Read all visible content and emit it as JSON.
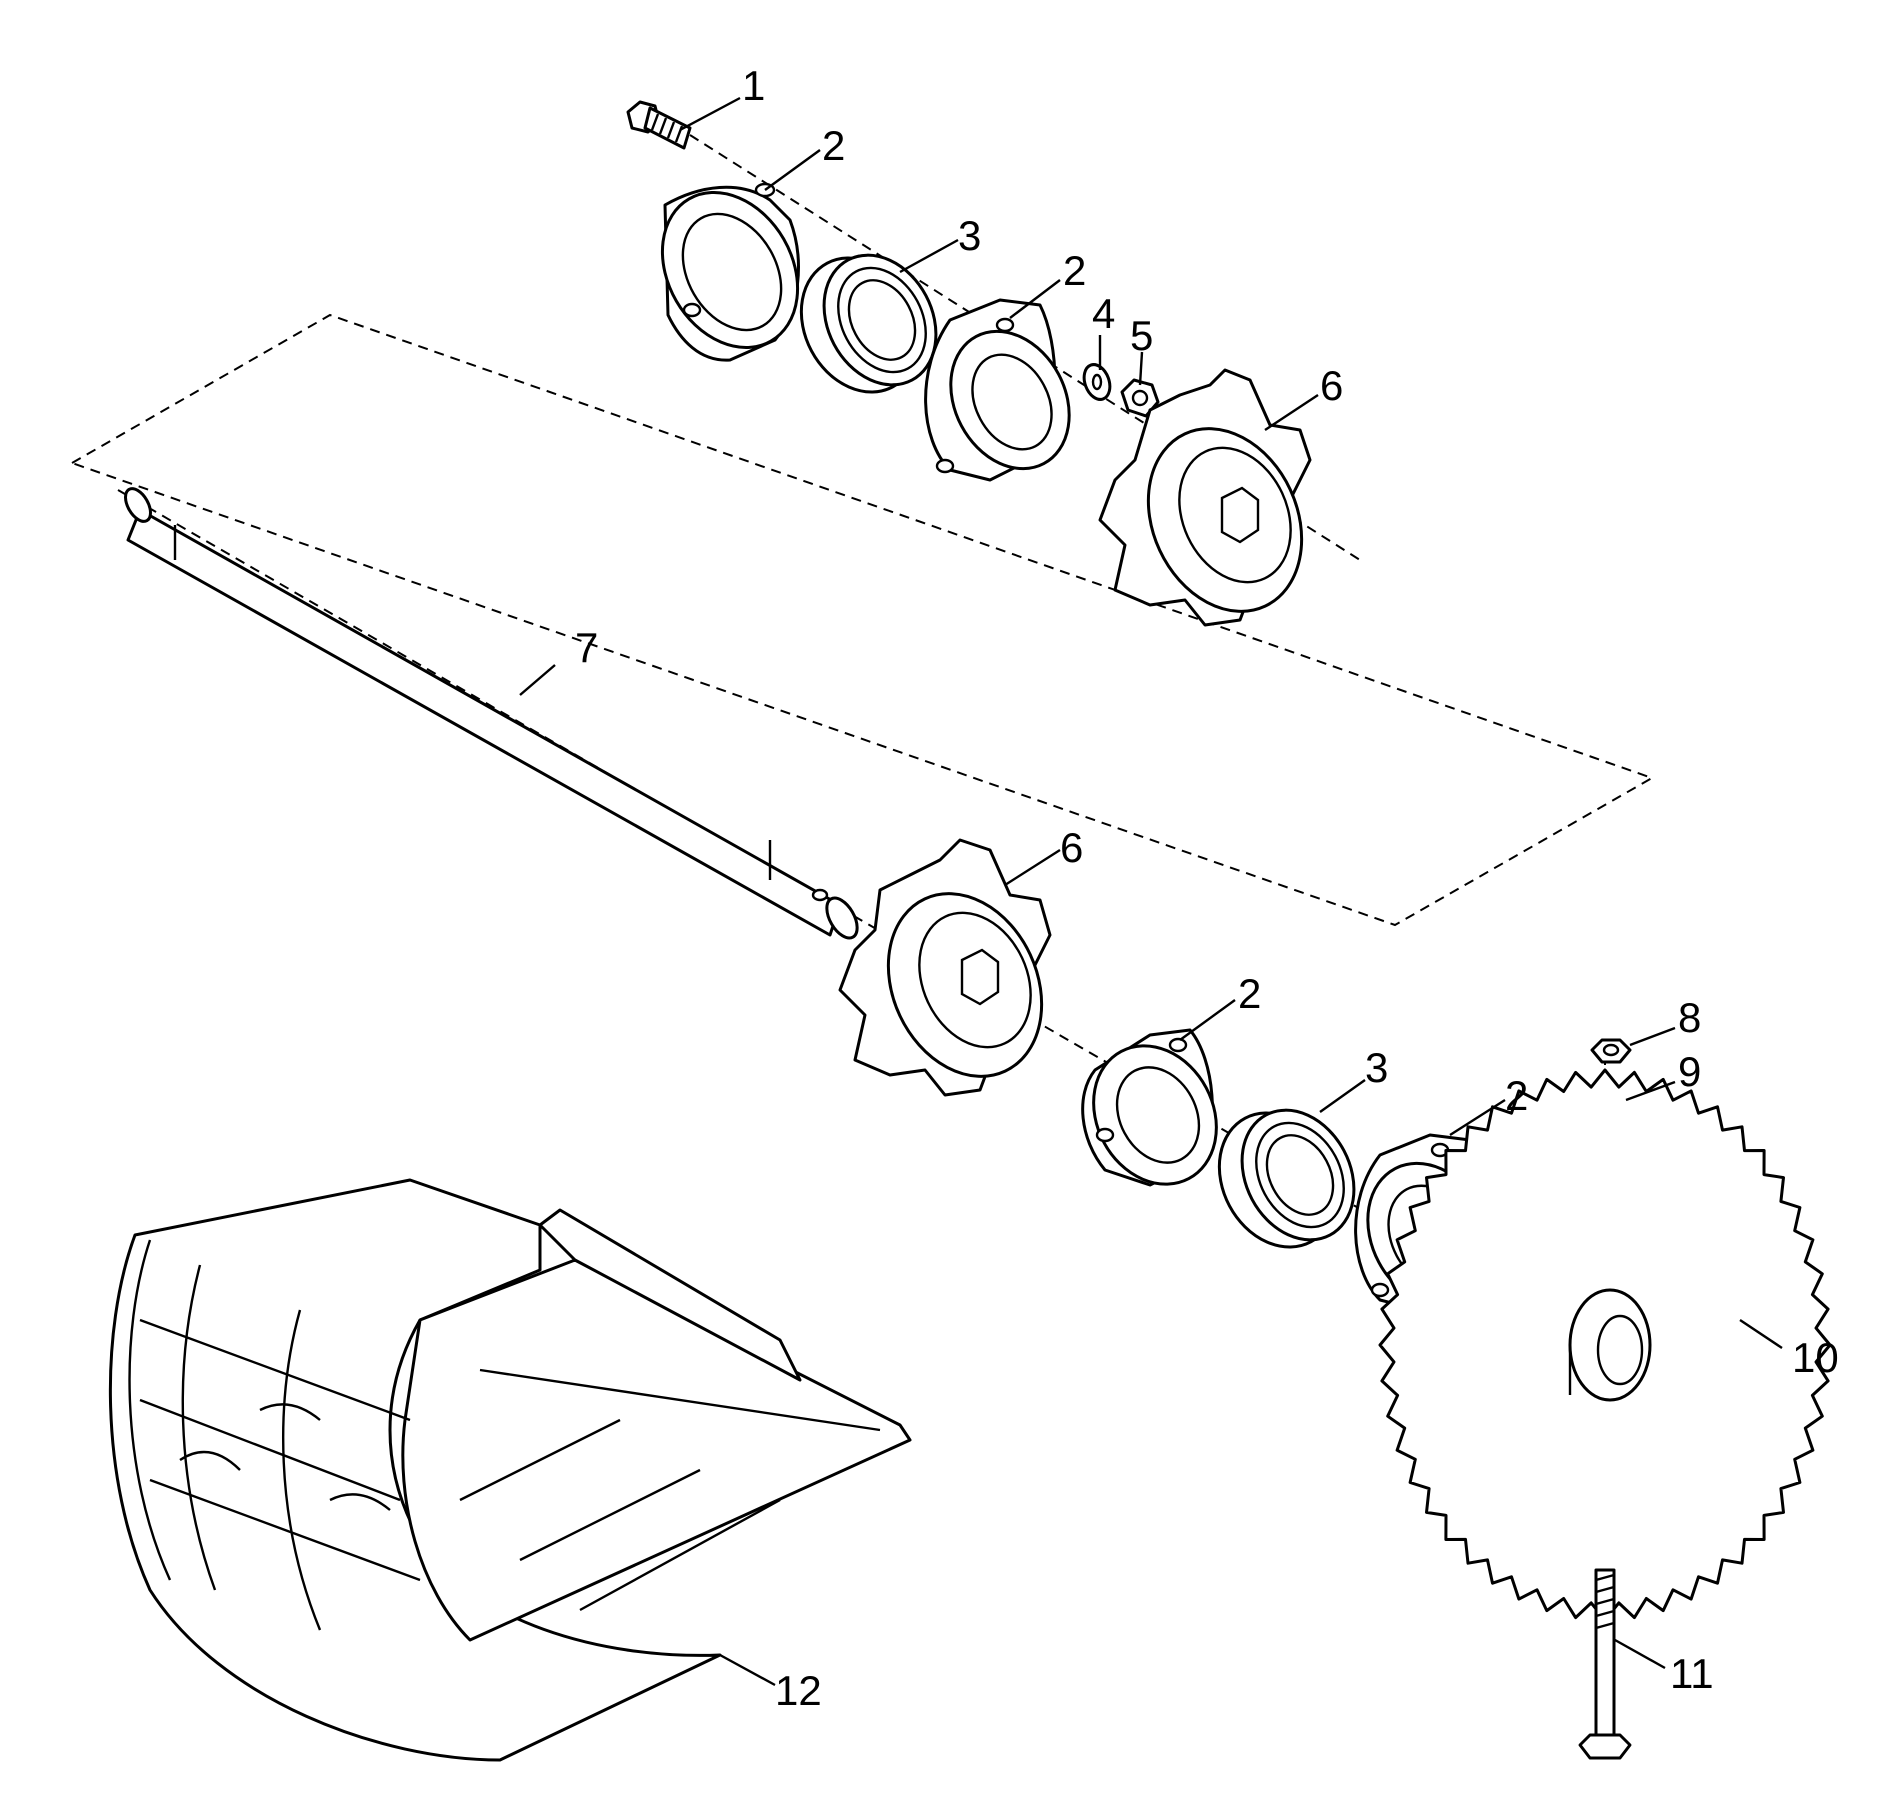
{
  "callouts": [
    {
      "id": "c1",
      "text": "1"
    },
    {
      "id": "c2a",
      "text": "2"
    },
    {
      "id": "c3a",
      "text": "3"
    },
    {
      "id": "c2b",
      "text": "2"
    },
    {
      "id": "c4",
      "text": "4"
    },
    {
      "id": "c5",
      "text": "5"
    },
    {
      "id": "c6a",
      "text": "6"
    },
    {
      "id": "c7",
      "text": "7"
    },
    {
      "id": "c6b",
      "text": "6"
    },
    {
      "id": "c2c",
      "text": "2"
    },
    {
      "id": "c8",
      "text": "8"
    },
    {
      "id": "c3b",
      "text": "3"
    },
    {
      "id": "c9",
      "text": "9"
    },
    {
      "id": "c2d",
      "text": "2"
    },
    {
      "id": "c10",
      "text": "10"
    },
    {
      "id": "c11",
      "text": "11"
    },
    {
      "id": "c12",
      "text": "12"
    }
  ]
}
